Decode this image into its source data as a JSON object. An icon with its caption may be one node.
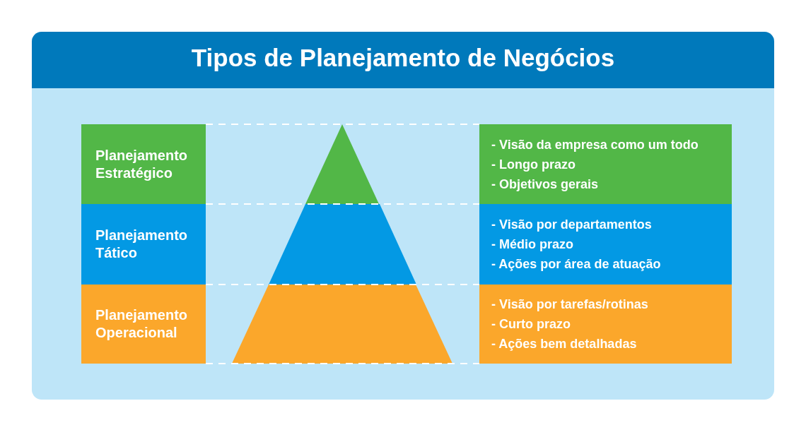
{
  "diagram": {
    "title": "Tipos de Planejamento de Negócios",
    "nodes": [
      {
        "text": [
          "Planejamento Estratégico"
        ]
      },
      {
        "text": [],
        "shape": "triangle"
      },
      {
        "text": [
          "- Visão da empresa como um todo",
          "- Longo prazo",
          "- Objetivos gerais"
        ]
      },
      {
        "text": [
          "Planejamento Tático"
        ]
      },
      {
        "text": [],
        "shape": "trapezoid"
      },
      {
        "text": [
          "- Visão por departamentos",
          "- Médio prazo",
          "- Ações por área de atuação"
        ]
      },
      {
        "text": [
          "Planejamento Operacional"
        ]
      },
      {
        "text": [],
        "shape": "trapezoid"
      },
      {
        "text": [
          "- Visão por tarefas/rotinas",
          "- Curto prazo",
          "- Ações bem detalhadas"
        ]
      }
    ]
  }
}
